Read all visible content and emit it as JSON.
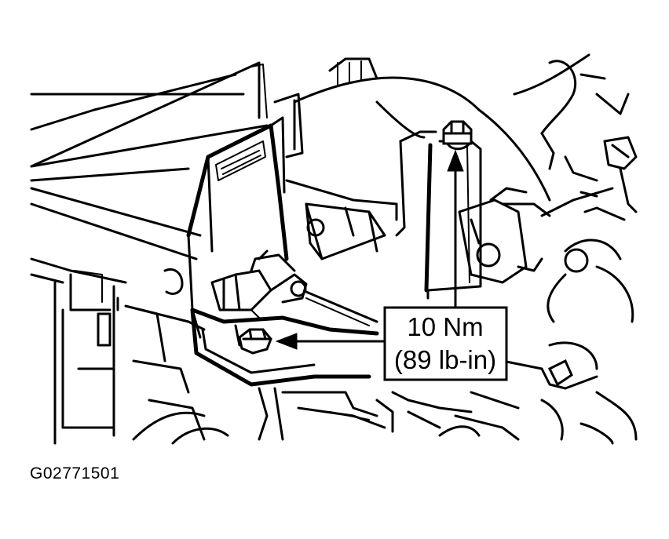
{
  "callout": {
    "line1": "10 Nm",
    "line2": "(89 lb-in)"
  },
  "figure_id": "G02771501",
  "colors": {
    "line": "#000000",
    "background": "#ffffff"
  }
}
